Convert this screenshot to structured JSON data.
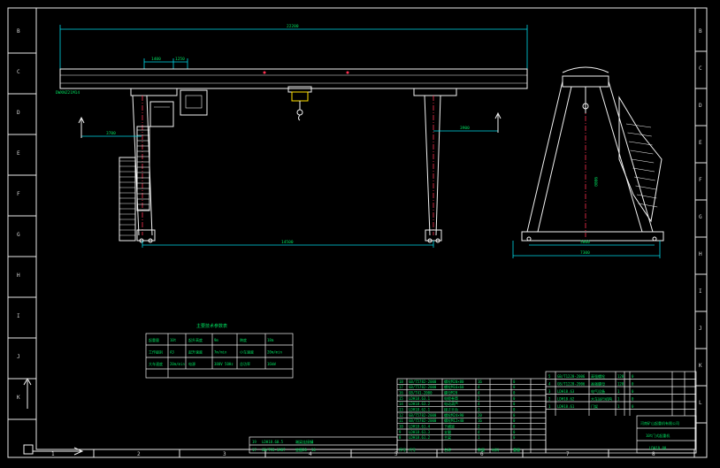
{
  "drawing": {
    "zones_left": [
      "B",
      "C",
      "D",
      "E",
      "F",
      "G",
      "H",
      "I",
      "J",
      "K"
    ],
    "zones_right": [
      "B",
      "C",
      "D",
      "E",
      "F",
      "G",
      "H",
      "I",
      "J",
      "K",
      "L"
    ],
    "zones_bottom": [
      "1",
      "2",
      "3",
      "4",
      "5",
      "6",
      "7",
      "8"
    ],
    "dims": {
      "span_total": "22200",
      "trolley_a": "1400",
      "trolley_b": "1250",
      "rail_note": "DWXNZ21M14",
      "left_cant": "3700",
      "right_cant": "3900",
      "base": "14500",
      "height": "9800",
      "side_wheel": "5800",
      "side_base": "7300"
    },
    "param_table": {
      "title": "主要技术参数表",
      "rows": [
        [
          "起重量",
          "10t",
          "起升高度",
          "9m",
          "跨度",
          "18m"
        ],
        [
          "工作级别",
          "A3",
          "起升速度",
          "7m/min",
          "小车速度",
          "20m/min"
        ],
        [
          "大车速度",
          "20m/min",
          "电源",
          "380V 50Hz",
          "总功率",
          "16kW"
        ]
      ]
    },
    "bom_left": {
      "rows": [
        [
          "18",
          "GB/T5782-2000",
          "螺栓M20×80",
          "16",
          "",
          "0"
        ],
        [
          "17",
          "GB/T5782-2000",
          "螺栓M16×60",
          "4",
          "",
          "0"
        ],
        [
          "16",
          "GB/T41-2000",
          "螺母M20",
          "4",
          "",
          "0"
        ],
        [
          "15",
          "LDH18.63.1",
          "电缆卷筒",
          "2",
          "",
          "0"
        ],
        [
          "14",
          "LDH18.63.2",
          "电动葫芦",
          "4",
          "",
          "0"
        ],
        [
          "13",
          "LDH18.62.1",
          "梯子平台",
          "1",
          "",
          "0"
        ],
        [
          "12",
          "GB/T5782-2000",
          "螺栓M24×90",
          "20",
          "",
          "0"
        ],
        [
          "11",
          "GB/T5782-2000",
          "螺栓M12×40",
          "16",
          "",
          "0"
        ],
        [
          "10",
          "LDH18.61.4",
          "下横梁",
          "2",
          "",
          "0"
        ],
        [
          "9",
          "LDH18.61.3",
          "支腿",
          "4",
          "",
          "0"
        ],
        [
          "8",
          "LDH18.61.2",
          "主梁",
          "1",
          "",
          "0"
        ]
      ],
      "footer": [
        "序号",
        "代号",
        "名称",
        "数量",
        "材料",
        "重量"
      ]
    },
    "bom_right": {
      "rows": [
        [
          "5",
          "GB/T1228-2006",
          "高强螺栓",
          "128",
          "",
          "0"
        ],
        [
          "4",
          "GB/T1228-2006",
          "高强螺母",
          "128",
          "",
          "0"
        ],
        [
          "3",
          "LDH18.63",
          "电气设备",
          "1",
          "",
          "0"
        ],
        [
          "2",
          "LDH18.62",
          "大车运行机构",
          "1",
          "",
          "0"
        ],
        [
          "1",
          "LDH18.61",
          "门架",
          "1",
          "",
          "0"
        ]
      ],
      "company": "河南矿山起重机有限公司",
      "drawing_title": "10t门式起重机",
      "drawing_no": "LDH18.00"
    },
    "bottom_strip": {
      "rows": [
        [
          "19",
          "LDH18.60.5",
          "端梁连接板",
          "4"
        ],
        [
          "17",
          "GB/T93-1987",
          "垫圈20",
          "16"
        ]
      ]
    }
  }
}
